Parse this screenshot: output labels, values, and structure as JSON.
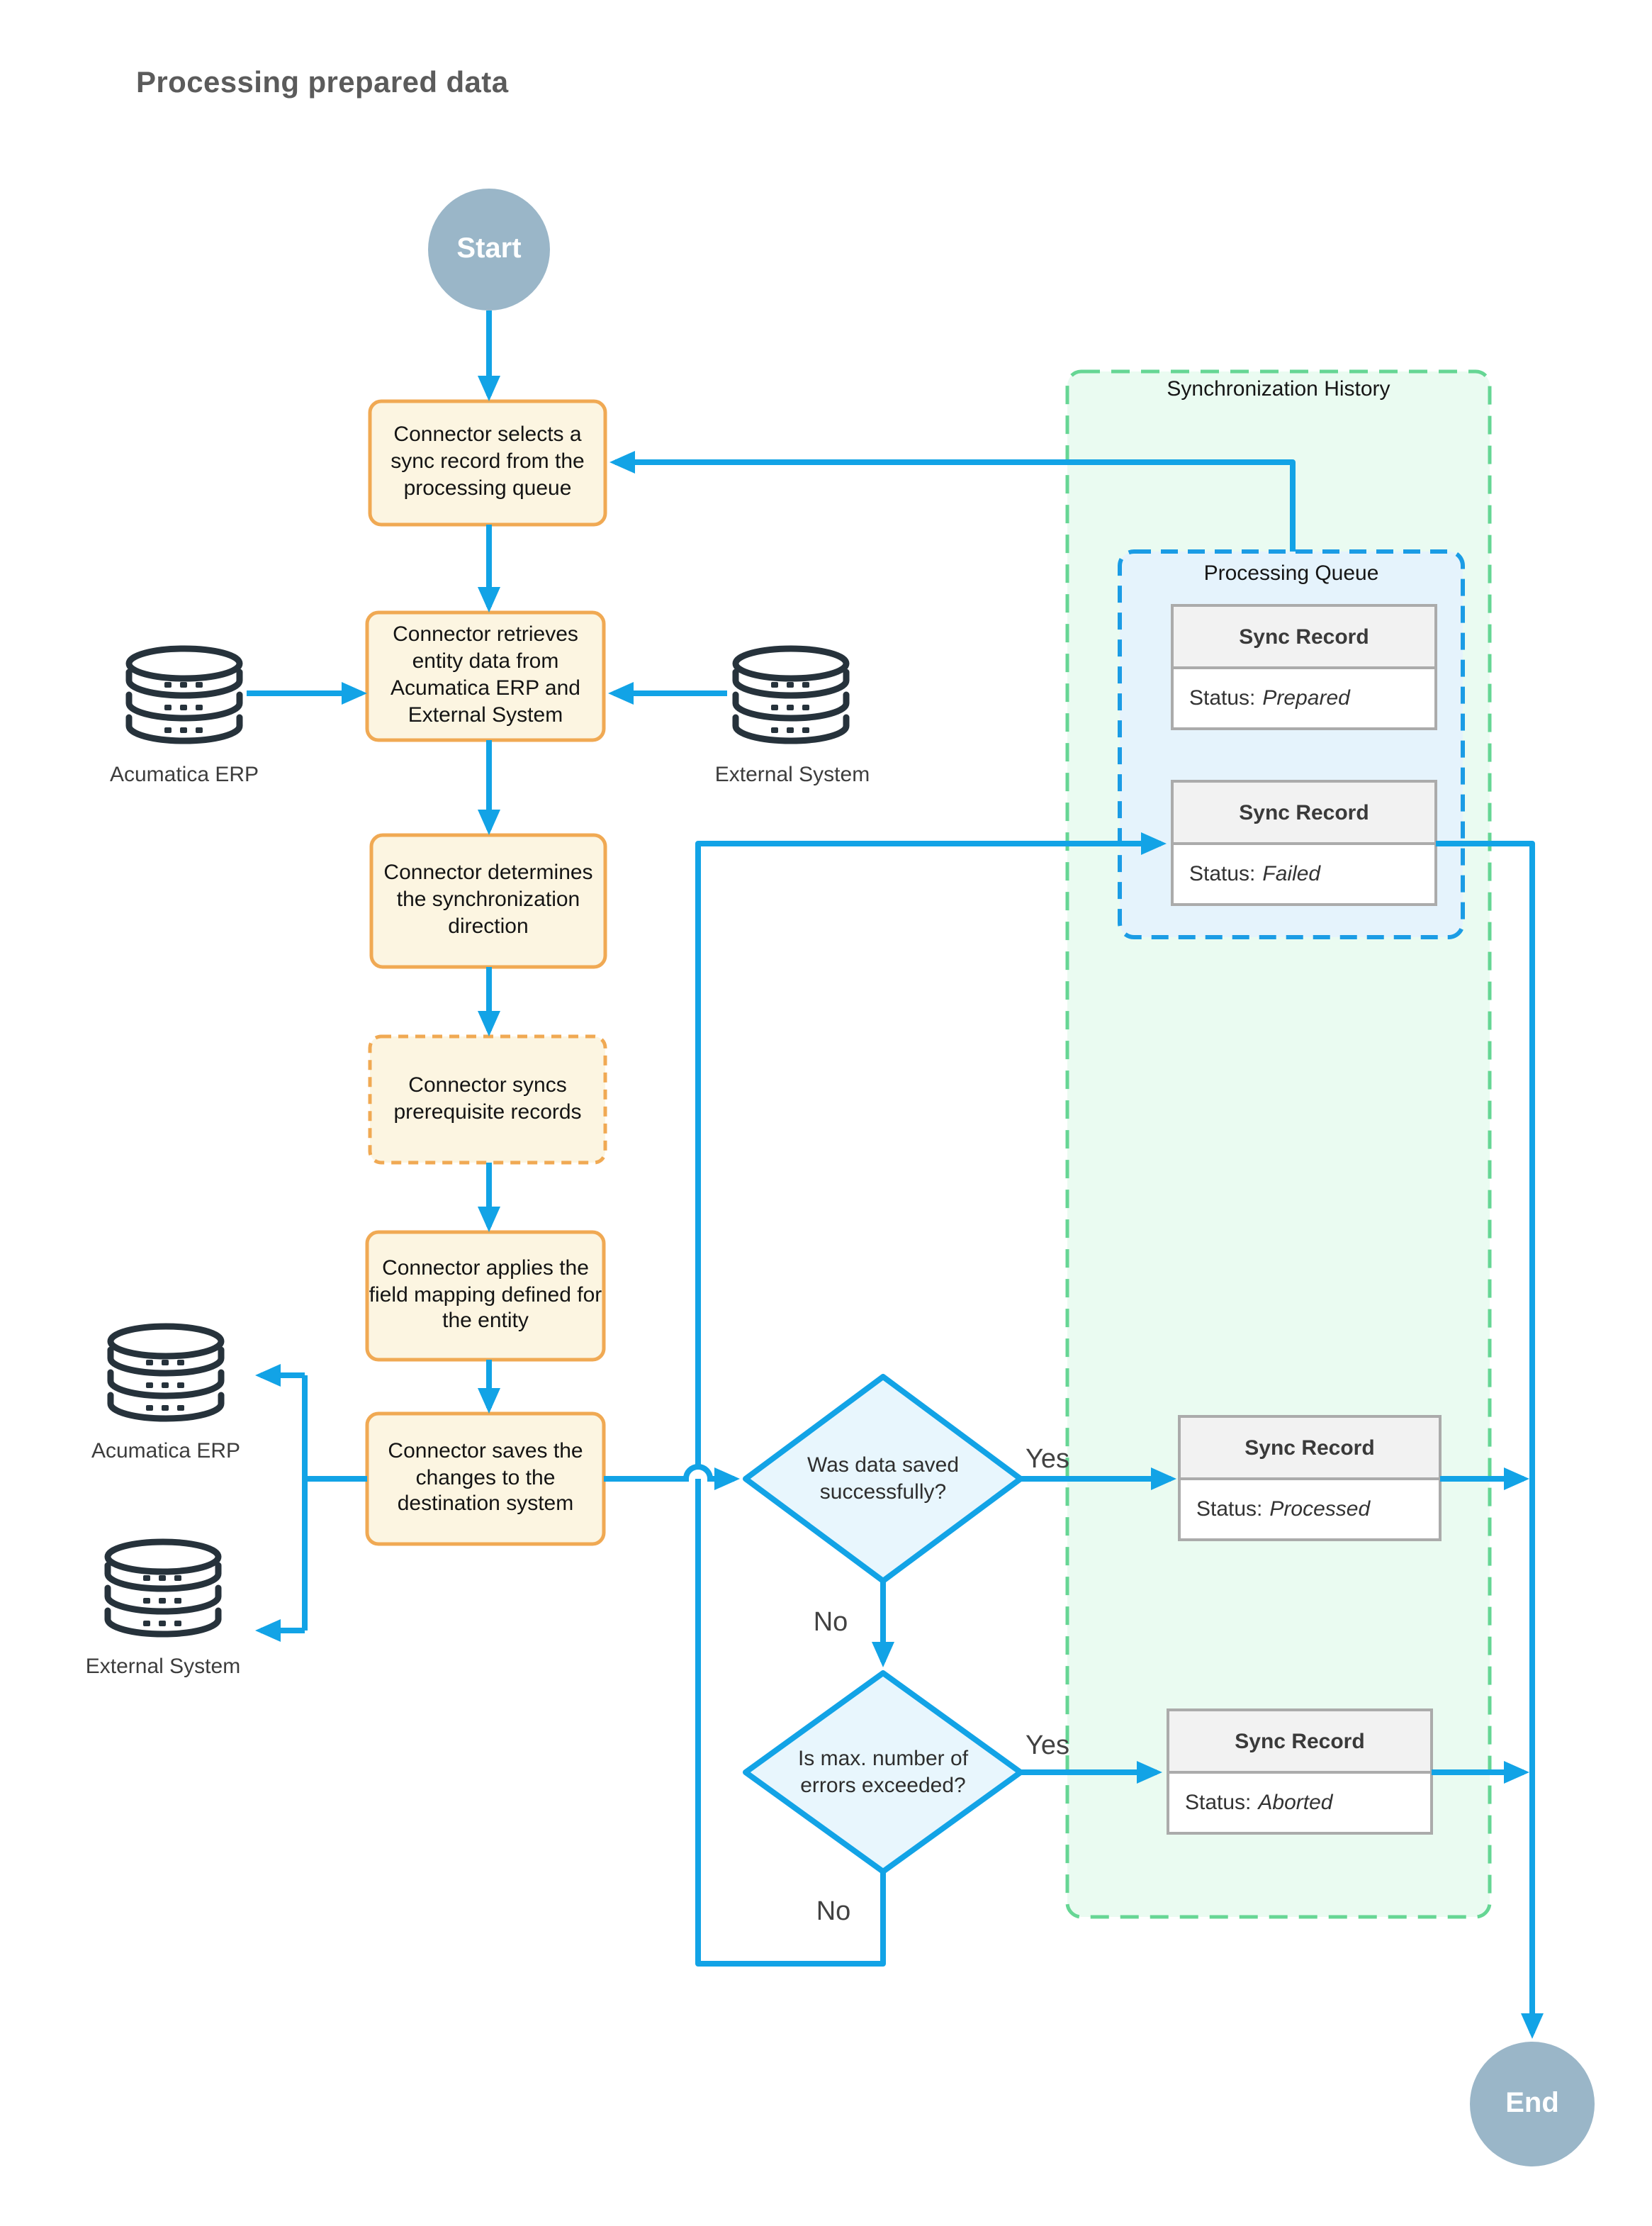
{
  "title": "Processing prepared data",
  "colors": {
    "flow_blue": "#12a3e6",
    "process_fill": "#fcf5e1",
    "process_border": "#f0a953",
    "diamond_fill": "#e8f6fd",
    "terminal_fill": "#9ab6c8",
    "history_border": "#66d694",
    "history_fill": "#eafbf1",
    "queue_border": "#1b9ce5",
    "queue_fill": "#e5f3fc",
    "card_border": "#ababab",
    "card_header_fill": "#f2f2f2",
    "db_icon": "#26323b"
  },
  "nodes": {
    "start": {
      "label": "Start"
    },
    "end": {
      "label": "End"
    },
    "select_record": {
      "label": "Connector selects a sync record from the processing queue"
    },
    "retrieve_data": {
      "label": "Connector retrieves entity data from Acumatica ERP and External System"
    },
    "determine_direction": {
      "label": "Connector determines the synchronization direction"
    },
    "sync_prerequisites": {
      "label": "Connector syncs prerequisite records"
    },
    "apply_mapping": {
      "label": "Connector applies the field mapping defined for the entity"
    },
    "save_changes": {
      "label": "Connector saves the changes to the destination system"
    },
    "decision_saved": {
      "label": "Was data saved successfully?"
    },
    "decision_errors": {
      "label": "Is max. number of errors exceeded?"
    }
  },
  "databases": {
    "acumatica_top": {
      "label": "Acumatica ERP"
    },
    "external_top": {
      "label": "External System"
    },
    "acumatica_left": {
      "label": "Acumatica ERP"
    },
    "external_left": {
      "label": "External System"
    }
  },
  "regions": {
    "sync_history": {
      "label": "Synchronization History"
    },
    "processing_queue": {
      "label": "Processing Queue"
    }
  },
  "records": [
    {
      "title": "Sync Record",
      "status_label": "Status:",
      "status": "Prepared"
    },
    {
      "title": "Sync Record",
      "status_label": "Status:",
      "status": "Failed"
    },
    {
      "title": "Sync Record",
      "status_label": "Status:",
      "status": "Processed"
    },
    {
      "title": "Sync Record",
      "status_label": "Status:",
      "status": "Aborted"
    }
  ],
  "edge_labels": {
    "saved_yes": "Yes",
    "saved_no": "No",
    "errors_yes": "Yes",
    "errors_no": "No"
  }
}
